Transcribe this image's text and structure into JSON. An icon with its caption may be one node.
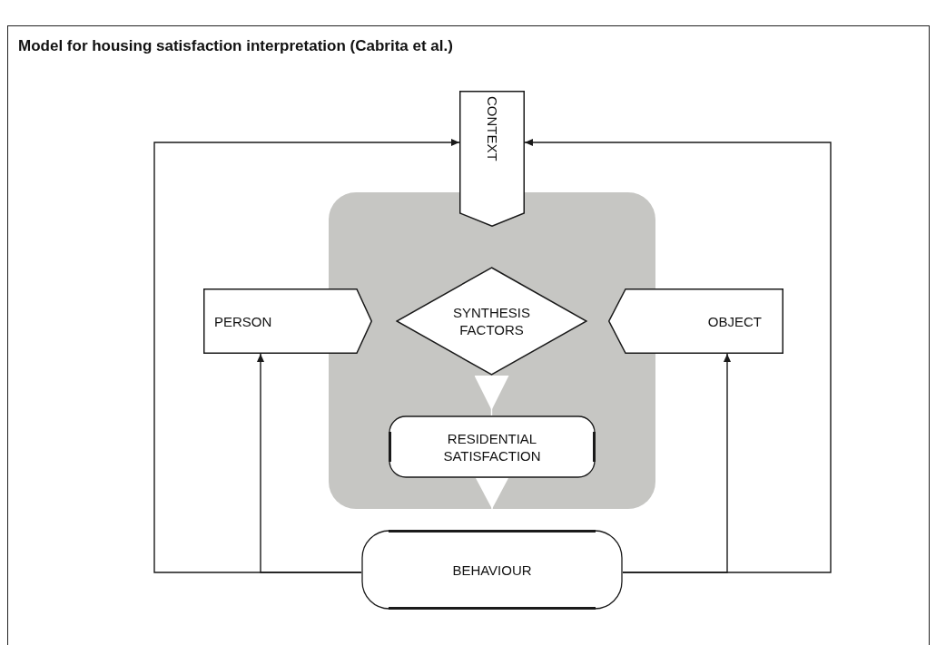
{
  "diagram": {
    "title": "Model for housing satisfaction interpretation (Cabrita et al.)",
    "nodes": [
      {
        "text": [
          "CONTEXT"
        ]
      },
      {
        "text": [],
        "shape": "box"
      },
      {
        "text": [
          "PERSON"
        ]
      },
      {
        "text": [
          "SYNTHESIS FACTORS"
        ],
        "in": 1
      },
      {
        "text": [
          "OBJECT"
        ]
      },
      {
        "text": [
          "RESIDENTIAL SATISFACTION"
        ],
        "in": 1
      },
      {
        "text": [
          "BEHAVIOUR"
        ]
      }
    ],
    "edges": [
      {
        "from": 3,
        "to": 5,
        "arrow": "to",
        "color": "#ffffff"
      },
      {
        "from": 5,
        "to": 6,
        "arrow": "to",
        "color": "#ffffff"
      },
      {
        "from": 6,
        "to": 0,
        "arrow": "to"
      },
      {
        "from": 6,
        "to": 2,
        "arrow": "to"
      },
      {
        "from": 6,
        "to": 4,
        "arrow": "to"
      },
      {
        "from": 6,
        "to": 0,
        "arrow": "to"
      }
    ]
  }
}
